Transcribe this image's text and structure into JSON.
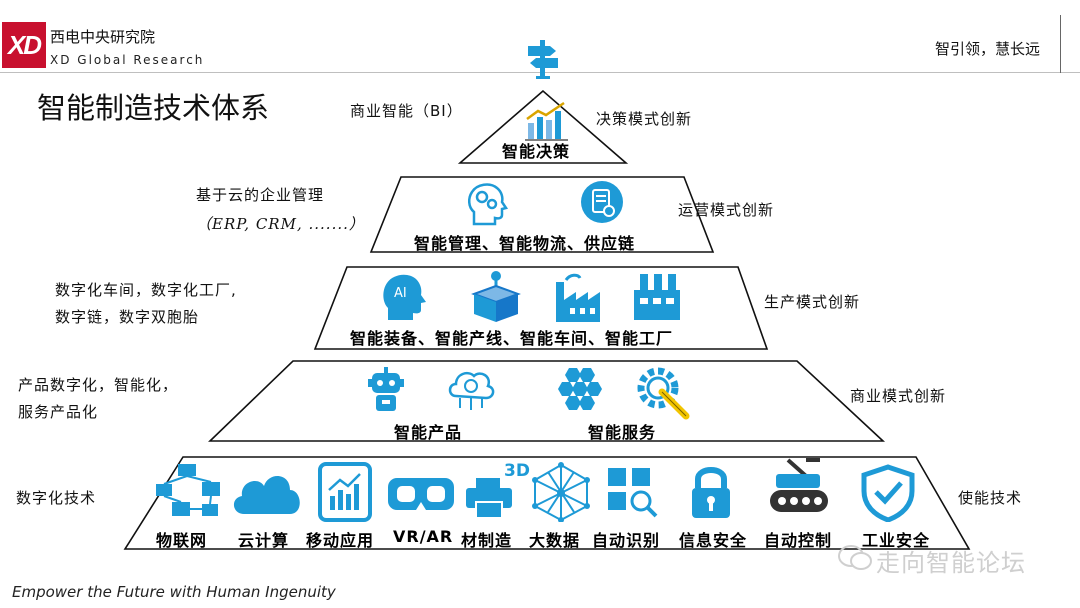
{
  "header": {
    "logo_text": "XD",
    "org_name": "西电中央研究院",
    "org_name_en": "XD Global Research",
    "slogan": "智引领，慧长远"
  },
  "title": "智能制造技术体系",
  "tiers": [
    {
      "label": "智能决策",
      "left_lines": [
        "商业智能（BI）"
      ],
      "right": "决策模式创新"
    },
    {
      "label": "智能管理、智能物流、供应链",
      "left_lines": [
        "基于云的企业管理",
        "（ERP,  CRM, .......）"
      ],
      "right": "运营模式创新"
    },
    {
      "label": "智能装备、智能产线、智能车间、智能工厂",
      "left_lines": [
        "数字化车间，数字化工厂,",
        "数字链，数字双胞胎"
      ],
      "right": "生产模式创新"
    },
    {
      "labels": [
        "智能产品",
        "智能服务"
      ],
      "left_lines": [
        "产品数字化，智能化，",
        "服务产品化"
      ],
      "right": "商业模式创新"
    },
    {
      "labels": [
        "物联网",
        "云计算",
        "移动应用",
        "VR/AR",
        "材制造",
        "大数据",
        "自动识别",
        "信息安全",
        "自动控制",
        "工业安全"
      ],
      "left_lines": [
        "数字化技术"
      ],
      "right": "使能技术"
    }
  ],
  "icons": {
    "top": "signpost-icon",
    "t1": "bar-chart-icon",
    "t2": [
      "head-gears-icon",
      "document-gear-icon"
    ],
    "t3": [
      "ai-head-icon",
      "joystick-box-icon",
      "factory-icon",
      "factory-building-icon"
    ],
    "t4": [
      "robot-icon",
      "brain-cloud-icon",
      "hexagon-cluster-icon",
      "gear-wrench-icon"
    ],
    "t5": [
      "network-icon",
      "cloud-icon",
      "tablet-chart-icon",
      "vr-headset-icon",
      "3d-printer-icon",
      "big-data-mesh-icon",
      "scan-grid-icon",
      "lock-icon",
      "robot-vehicle-icon",
      "shield-check-icon"
    ],
    "badge_3d": "3D",
    "ai_text": "AI"
  },
  "footer": "Empower the Future with Human Ingenuity",
  "watermark": "走向智能论坛",
  "colors": {
    "accent": "#1e9ad6",
    "accent_dark": "#1677c9"
  }
}
